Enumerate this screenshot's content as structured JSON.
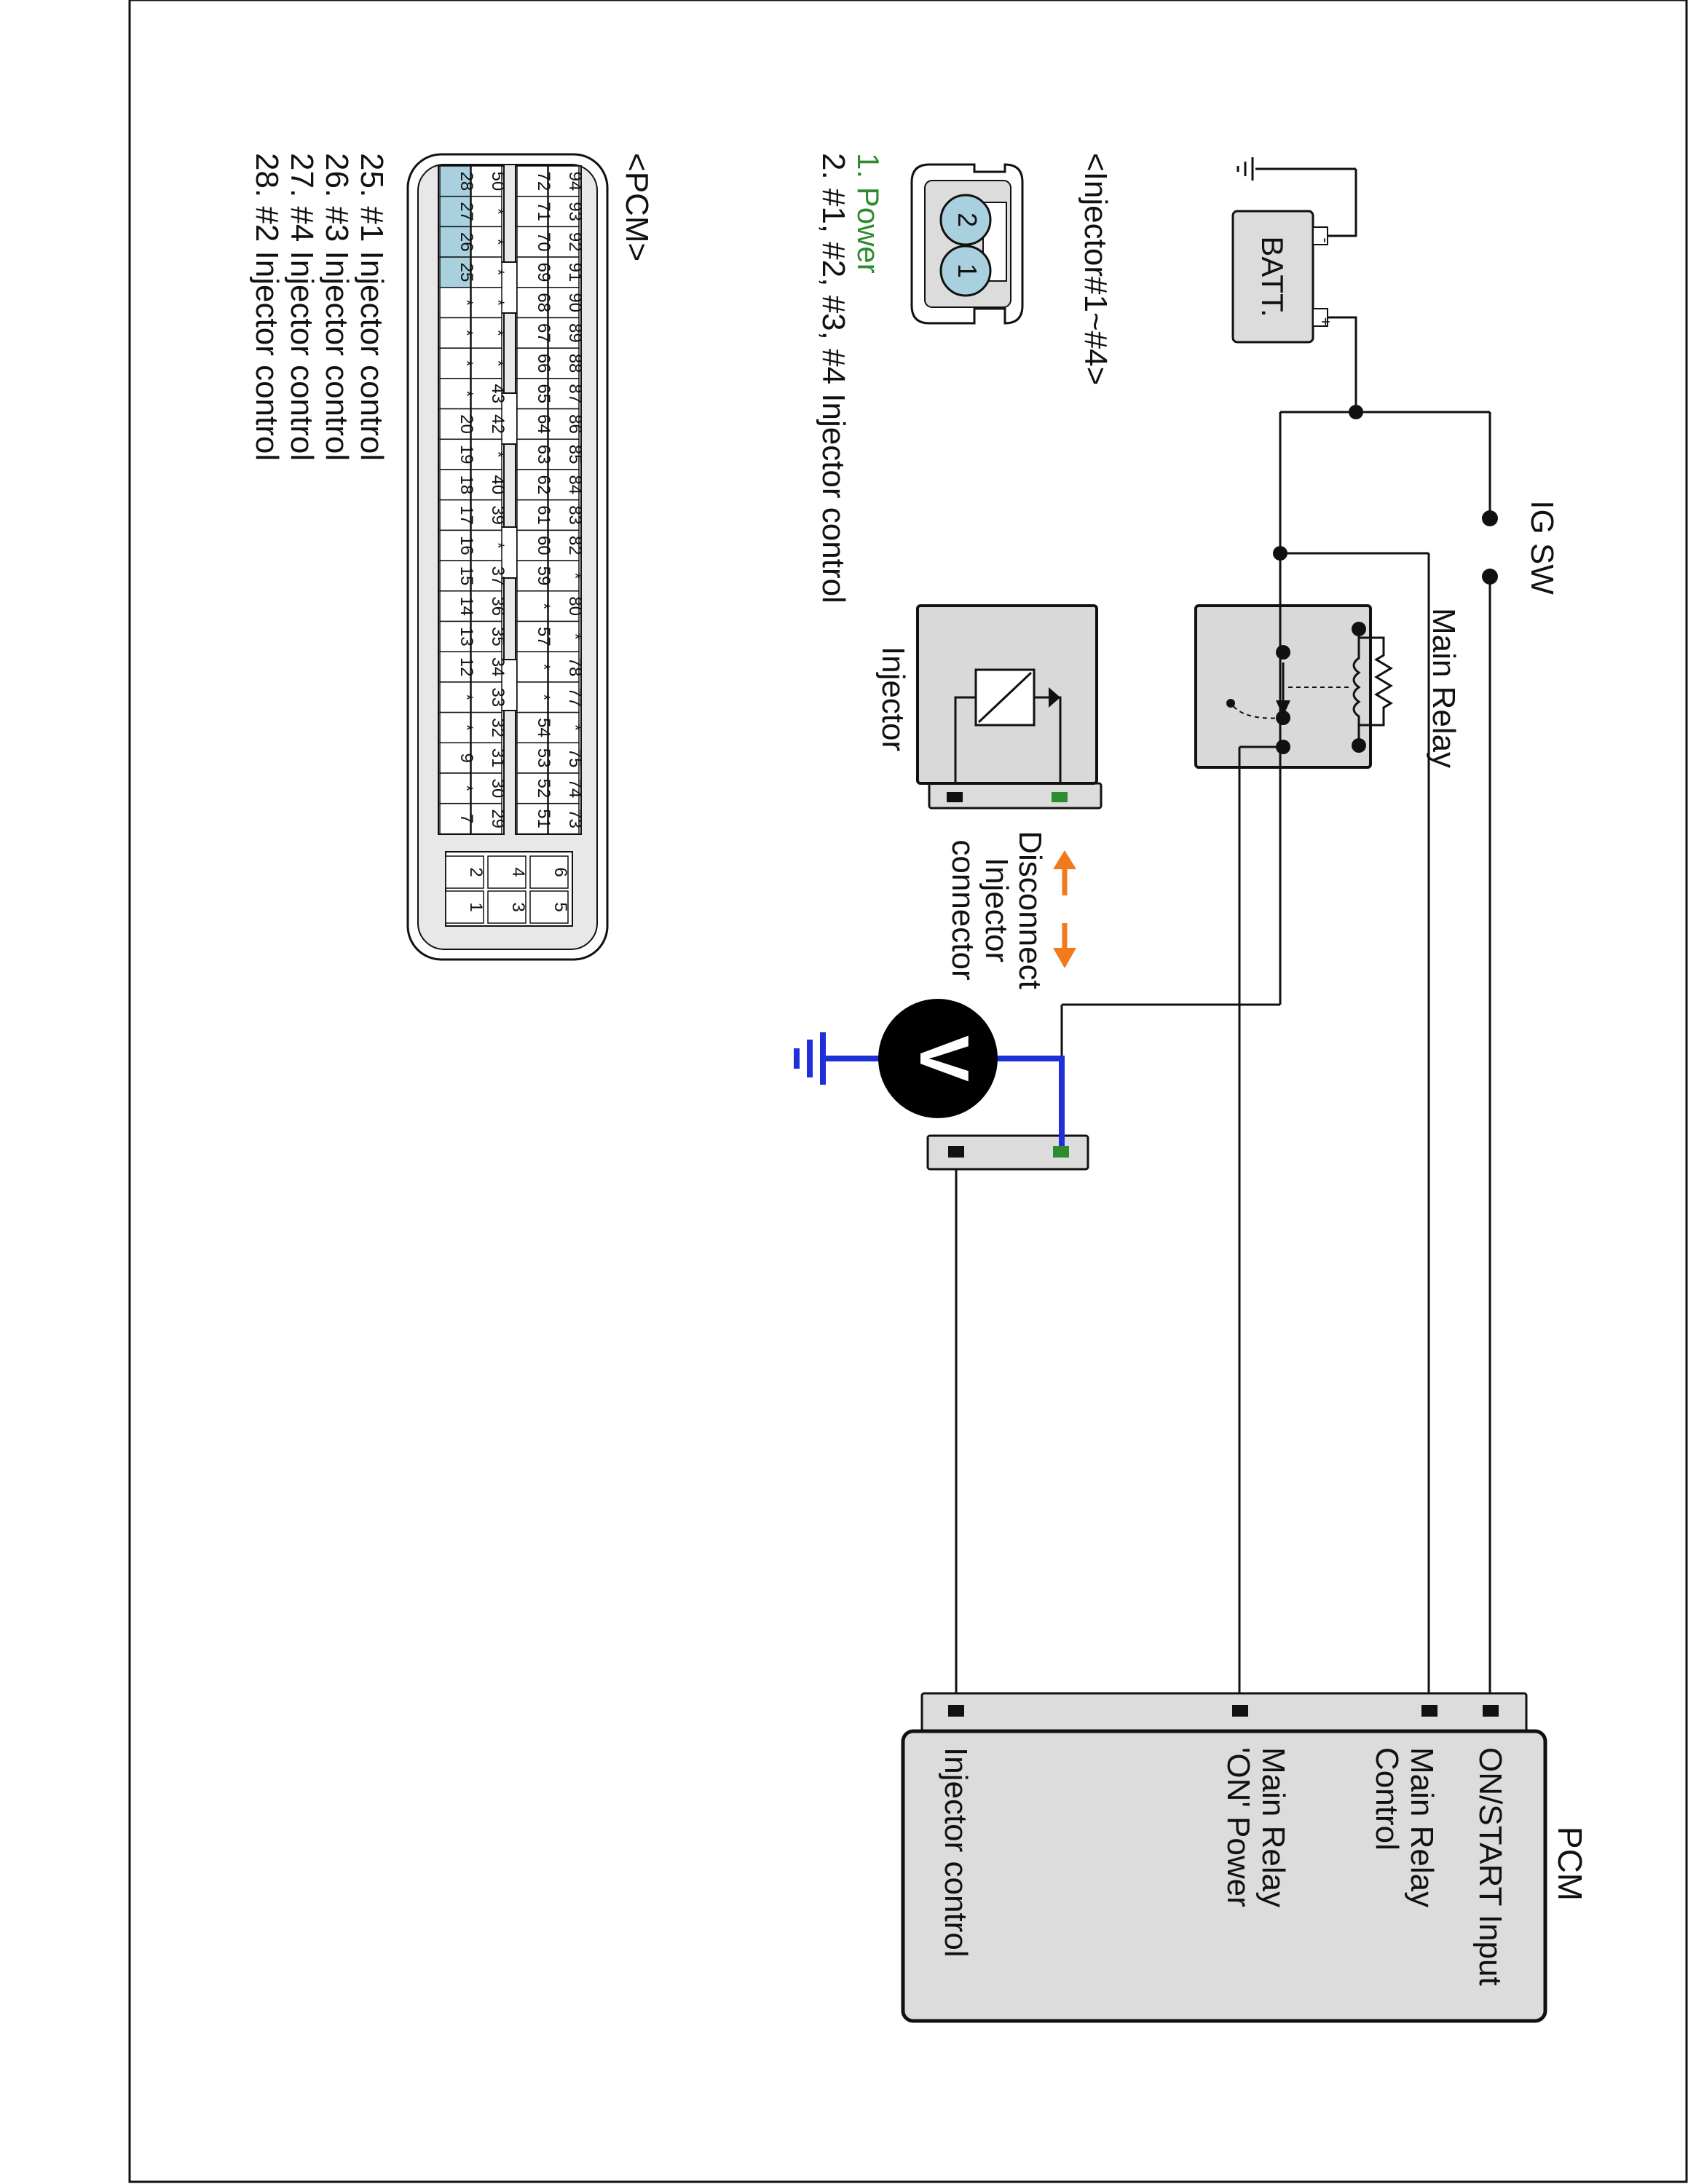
{
  "battery": {
    "label": "BATT.",
    "minus": "-",
    "plus": "+"
  },
  "ig_switch": {
    "label": "IG SW"
  },
  "main_relay": {
    "label": "Main Relay"
  },
  "injector": {
    "label": "Injector"
  },
  "disconnect_note": {
    "line1": "Disconnect",
    "line2": "Injector",
    "line3": "connector"
  },
  "voltmeter": {
    "symbol": "V"
  },
  "pcm_block": {
    "title": "PCM",
    "inputs": {
      "on_start": "ON/START Input",
      "relay_control_1": "Main Relay",
      "relay_control_2": "Control",
      "relay_power_1": "Main Relay",
      "relay_power_2": "'ON' Power",
      "injector_control": "Injector control"
    }
  },
  "injector_connector": {
    "title": "<Injector#1~#4>",
    "pins": [
      "1",
      "2"
    ],
    "legend": [
      "1. Power",
      "2. #1, #2, #3, #4 Injector control"
    ],
    "power_color": "#2e8b2e"
  },
  "pcm_connector": {
    "title": "<PCM>",
    "row_a": [
      "94",
      "93",
      "92",
      "91",
      "90",
      "89",
      "88",
      "87",
      "86",
      "85",
      "84",
      "83",
      "82",
      "*",
      "80",
      "*",
      "78",
      "77",
      "*",
      "75",
      "74",
      "73"
    ],
    "row_b": [
      "72",
      "71",
      "70",
      "69",
      "68",
      "67",
      "66",
      "65",
      "64",
      "63",
      "62",
      "61",
      "60",
      "59",
      "*",
      "57",
      "*",
      "*",
      "54",
      "53",
      "52",
      "51"
    ],
    "row_c": [
      "50",
      "*",
      "*",
      "*",
      "*",
      "*",
      "*",
      "43",
      "42",
      "*",
      "40",
      "39",
      "*",
      "37",
      "36",
      "35",
      "34",
      "33",
      "32",
      "31",
      "30",
      "29"
    ],
    "row_d": [
      "28",
      "27",
      "26",
      "25",
      "*",
      "*",
      "*",
      "*",
      "20",
      "19",
      "18",
      "17",
      "16",
      "15",
      "14",
      "13",
      "12",
      "*",
      "*",
      "9",
      "*",
      "7"
    ],
    "small_block": [
      [
        "6",
        "5"
      ],
      [
        "4",
        "3"
      ],
      [
        "2",
        "1"
      ]
    ],
    "highlighted_pins": [
      "28",
      "27",
      "26",
      "25"
    ],
    "highlight_color": "#a9d0de",
    "legend": [
      "25. #1 Injector control",
      "26. #3 Injector control",
      "27. #4 Injector control",
      "28. #2 Injector control"
    ]
  },
  "colors": {
    "wire": "#111111",
    "meter_wire": "#1f2fd9",
    "arrow": "#f07a1c",
    "terminal_green": "#2e8b2e",
    "pin_fill": "#a9d0de"
  }
}
